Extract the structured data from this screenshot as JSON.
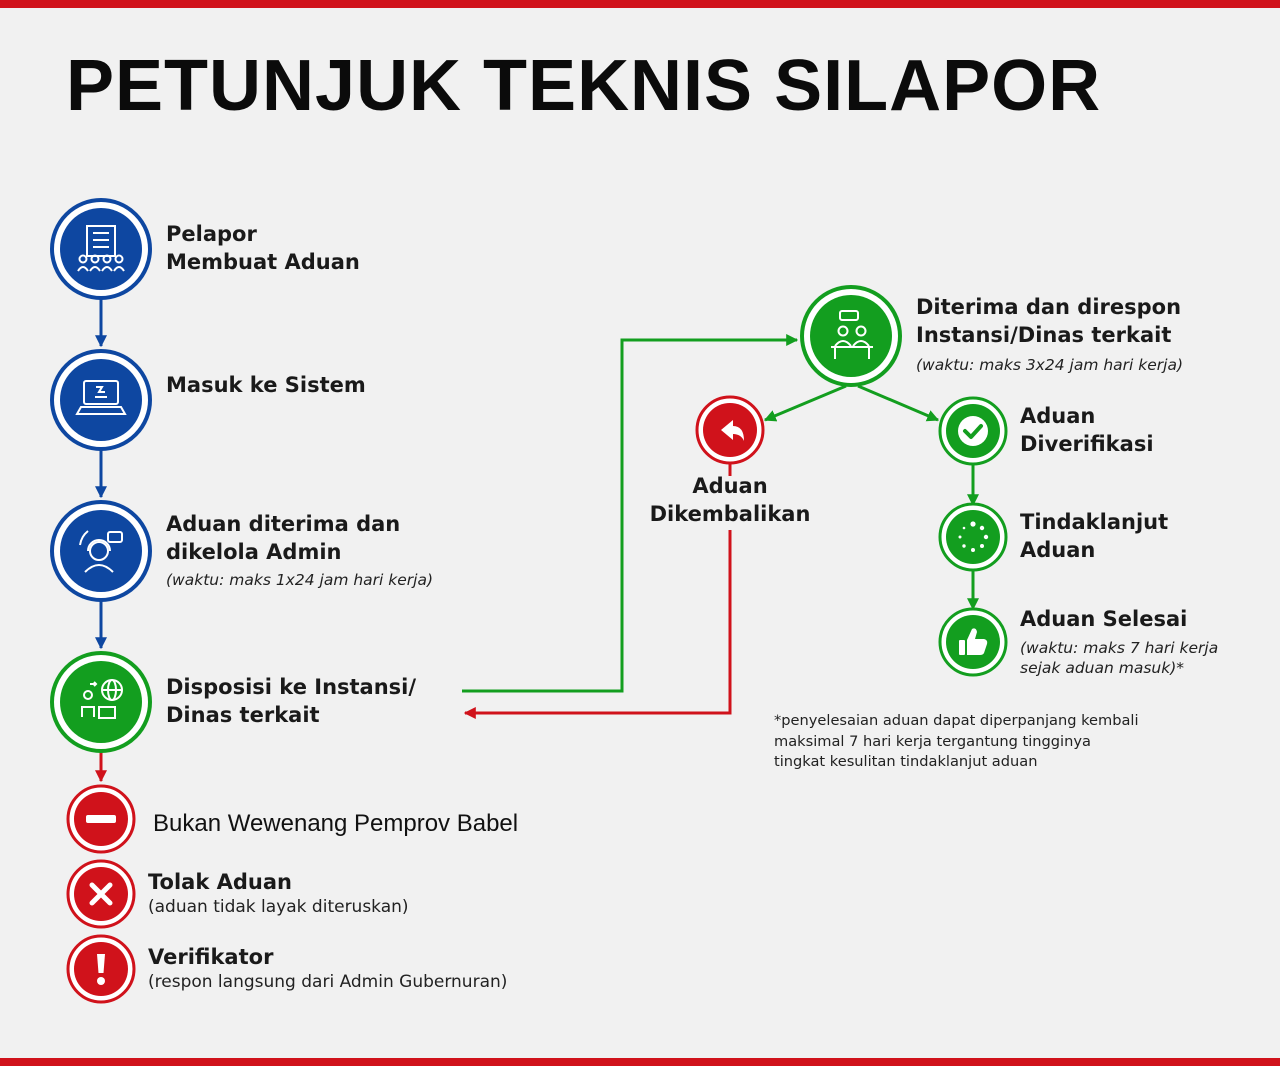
{
  "title": "PETUNJUK TEKNIS SILAPOR",
  "colors": {
    "blue": "#0e47a1",
    "green": "#139e1f",
    "red": "#d0121b",
    "background": "#f1f1f1"
  },
  "steps": [
    {
      "icon": "building-people-icon",
      "lines": [
        "Pelapor",
        "Membuat Aduan"
      ]
    },
    {
      "icon": "laptop-icon",
      "lines": [
        "Masuk ke Sistem"
      ]
    },
    {
      "icon": "admin-headset-icon",
      "lines": [
        "Aduan diterima dan",
        "dikelola Admin"
      ],
      "note": "(waktu: maks 1x24 jam hari kerja)"
    },
    {
      "icon": "disposition-globe-icon",
      "lines": [
        "Disposisi ke Instansi/",
        "Dinas terkait"
      ]
    }
  ],
  "received": {
    "icon": "officer-desk-icon",
    "lines": [
      "Diterima dan direspon",
      "Instansi/Dinas terkait"
    ],
    "note": "(waktu: maks 3x24 jam hari kerja)"
  },
  "returned": {
    "icon": "return-arrow-icon",
    "lines": [
      "Aduan",
      "Dikembalikan"
    ]
  },
  "verified": {
    "icon": "checkmark-icon",
    "lines": [
      "Aduan",
      "Diverifikasi"
    ]
  },
  "followup": {
    "icon": "loading-dots-icon",
    "lines": [
      "Tindaklanjut",
      "Aduan"
    ]
  },
  "done": {
    "icon": "thumbs-up-icon",
    "title": "Aduan Selesai",
    "note_lines": [
      "(waktu: maks 7 hari kerja",
      "sejak aduan masuk)*"
    ]
  },
  "footnote": [
    "*penyelesaian aduan dapat diperpanjang kembali",
    "maksimal 7 hari kerja tergantung tingginya",
    "tingkat kesulitan tindaklanjut aduan"
  ],
  "outcomes": [
    {
      "icon": "minus-circle-icon",
      "title": "Bukan Wewenang Pemprov Babel"
    },
    {
      "icon": "close-icon",
      "title": "Tolak Aduan",
      "desc": "(aduan tidak layak diteruskan)"
    },
    {
      "icon": "exclamation-icon",
      "title": "Verifikator",
      "desc": "(respon langsung dari Admin Gubernuran)"
    }
  ]
}
